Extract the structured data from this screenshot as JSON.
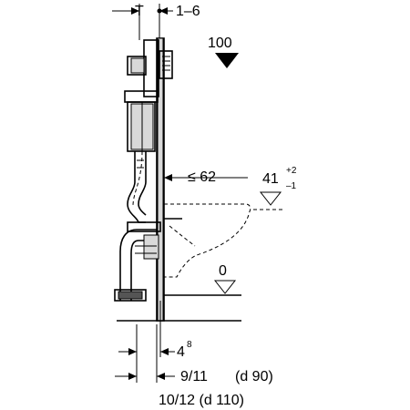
{
  "labels": {
    "dim_t": "T",
    "dim_1_6": "1–6",
    "level_100": "100",
    "dim_le62": "≤ 62",
    "dim_41": "41",
    "tol_plus": "+2",
    "tol_minus": "–1",
    "level_0": "0",
    "dim_4": "4",
    "dim_4_sup": "8",
    "dim_9_11": "9/11",
    "d90": "(d 90)",
    "dim_10_12": "10/12 (d 110)"
  }
}
